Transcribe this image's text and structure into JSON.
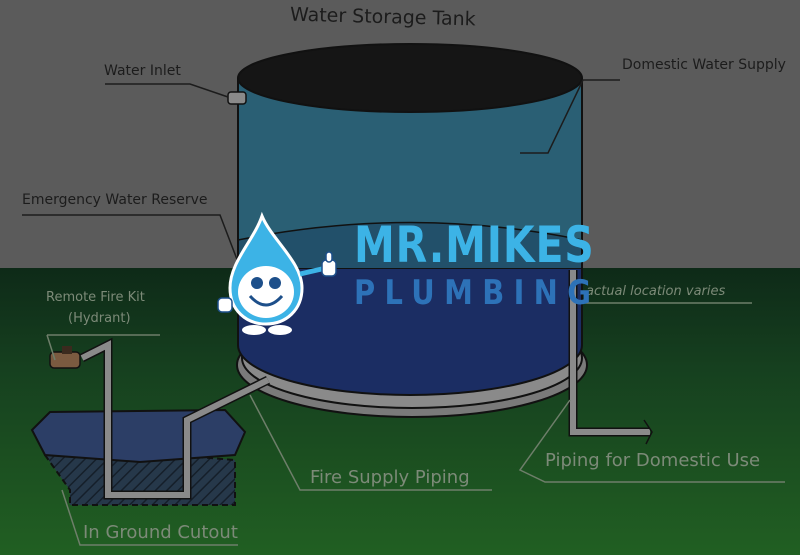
{
  "diagram": {
    "title": "Water Storage Tank",
    "labels": {
      "water_inlet": "Water Inlet",
      "domestic_water_supply": "Domestic Water Supply",
      "emergency_water_reserve": "Emergency Water Reserve",
      "remote_fire_kit_line1": "Remote Fire Kit",
      "remote_fire_kit_line2": "(Hydrant)",
      "actual_location": "actual location varies",
      "fire_supply_piping": "Fire Supply Piping",
      "piping_domestic_use": "Piping for Domestic Use",
      "in_ground_cutout": "In Ground Cutout"
    },
    "colors": {
      "background": "#5b5b5b",
      "ground_top": "#0e2a18",
      "ground_bottom": "#215f22",
      "tank_upper": "#2a5f74",
      "tank_lower": "#1b2d63",
      "pipe": "#8a8a8a"
    }
  },
  "logo": {
    "line1": "MR.MIKES",
    "line2": "PLUMBING",
    "mascot": "water-drop-thumbs-up",
    "colors": {
      "primary": "#3cb3e6",
      "secondary": "#2d72b8"
    }
  }
}
